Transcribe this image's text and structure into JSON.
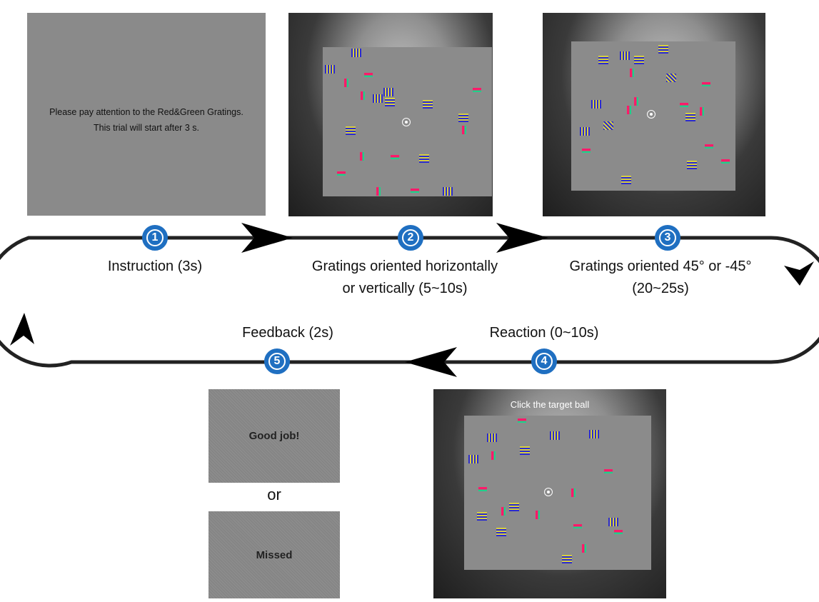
{
  "panels": {
    "instruction": {
      "line1": "Please pay attention to the Red&Green Gratings.",
      "line2": "This trial will start after 3 s."
    },
    "reaction": {
      "prompt": "Click the target ball"
    },
    "feedback": {
      "good": "Good job!",
      "or": "or",
      "missed": "Missed"
    }
  },
  "steps": [
    {
      "number": "1",
      "label": "Instruction (3s)"
    },
    {
      "number": "2",
      "label": "Gratings oriented horizontally",
      "label2": "or vertically  (5~10s)"
    },
    {
      "number": "3",
      "label": "Gratings oriented 45° or -45°",
      "label2": "(20~25s)"
    },
    {
      "number": "4",
      "label": "Reaction (0~10s)"
    },
    {
      "number": "5",
      "label": "Feedback (2s)"
    }
  ],
  "colors": {
    "badge": "#1f6fc1",
    "loop": "#222222",
    "grating_red": "#ff1a6a",
    "grating_green": "#1fd08a",
    "grating_blue": "#2a2ad0",
    "grating_yellow": "#d8d040"
  }
}
